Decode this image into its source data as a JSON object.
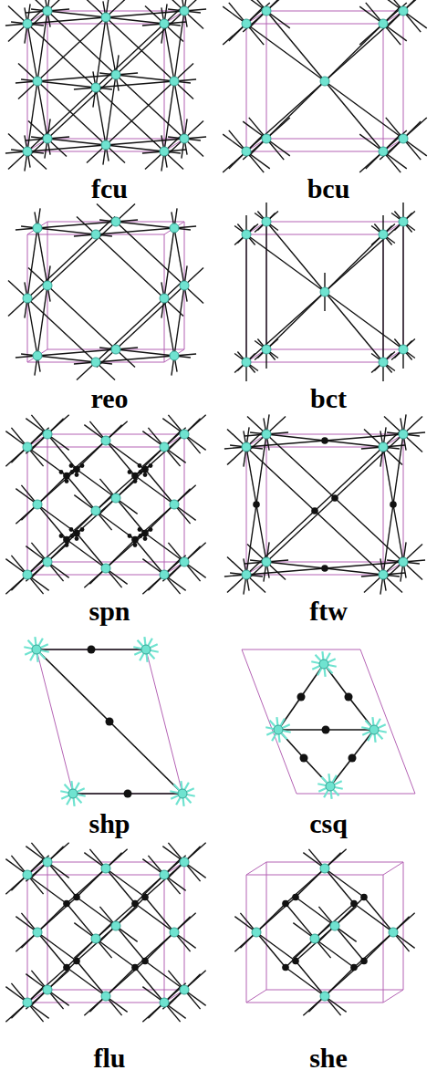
{
  "diagram": {
    "labels": [
      "fcu",
      "bcu",
      "reo",
      "bct",
      "spn",
      "ftw",
      "shp",
      "csq",
      "flu",
      "she"
    ]
  }
}
